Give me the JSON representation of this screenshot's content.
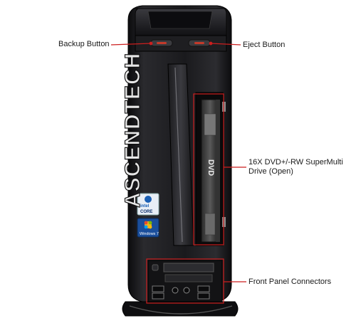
{
  "watermark": "ASCENDTECH",
  "callouts": {
    "backup": "Backup Button",
    "eject": "Eject Button",
    "drive_line1": "16X DVD+/-RW SuperMulti",
    "drive_line2": "Drive (Open)",
    "front_panel": "Front Panel Connectors"
  },
  "badges": {
    "intel_line1": "intel",
    "intel_line2": "CORE",
    "windows": "Windows 7"
  },
  "drive_logo": "DVD",
  "colors": {
    "callout_line": "#cc1f1f",
    "chassis": "#141416",
    "button_accent": "#c43a2a"
  }
}
